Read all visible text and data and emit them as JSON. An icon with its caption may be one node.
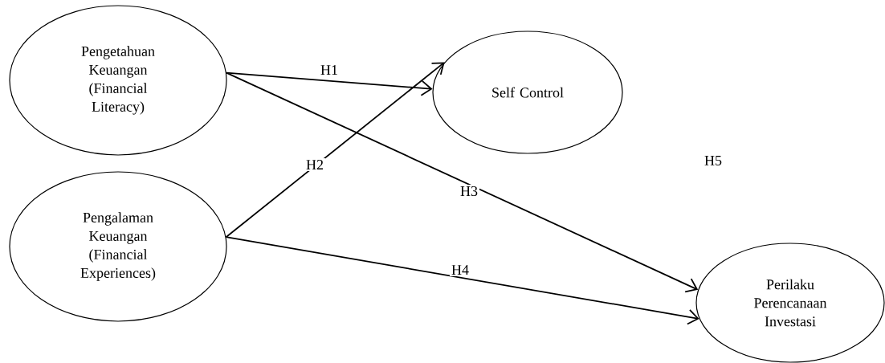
{
  "diagram": {
    "nodes": [
      {
        "text": [
          "Pengetahuan Keuangan (Financial Literacy)"
        ]
      },
      {
        "text": [
          "Self Control"
        ]
      },
      {
        "text": [
          "Pengalaman Keuangan (Financial Experiences)"
        ]
      },
      {
        "text": [
          "Perilaku Perencanaan Investasi"
        ]
      }
    ],
    "edges": [
      {
        "from": 0,
        "to": 1,
        "arrow": "to",
        "label": "H1"
      },
      {
        "from": 2,
        "to": 1,
        "arrow": "to",
        "label": "H2"
      },
      {
        "from": 0,
        "to": 3,
        "arrow": "to",
        "label": "H3"
      },
      {
        "from": 2,
        "to": 3,
        "arrow": "to",
        "label": "H4"
      }
    ],
    "labels": [
      "H5"
    ]
  }
}
